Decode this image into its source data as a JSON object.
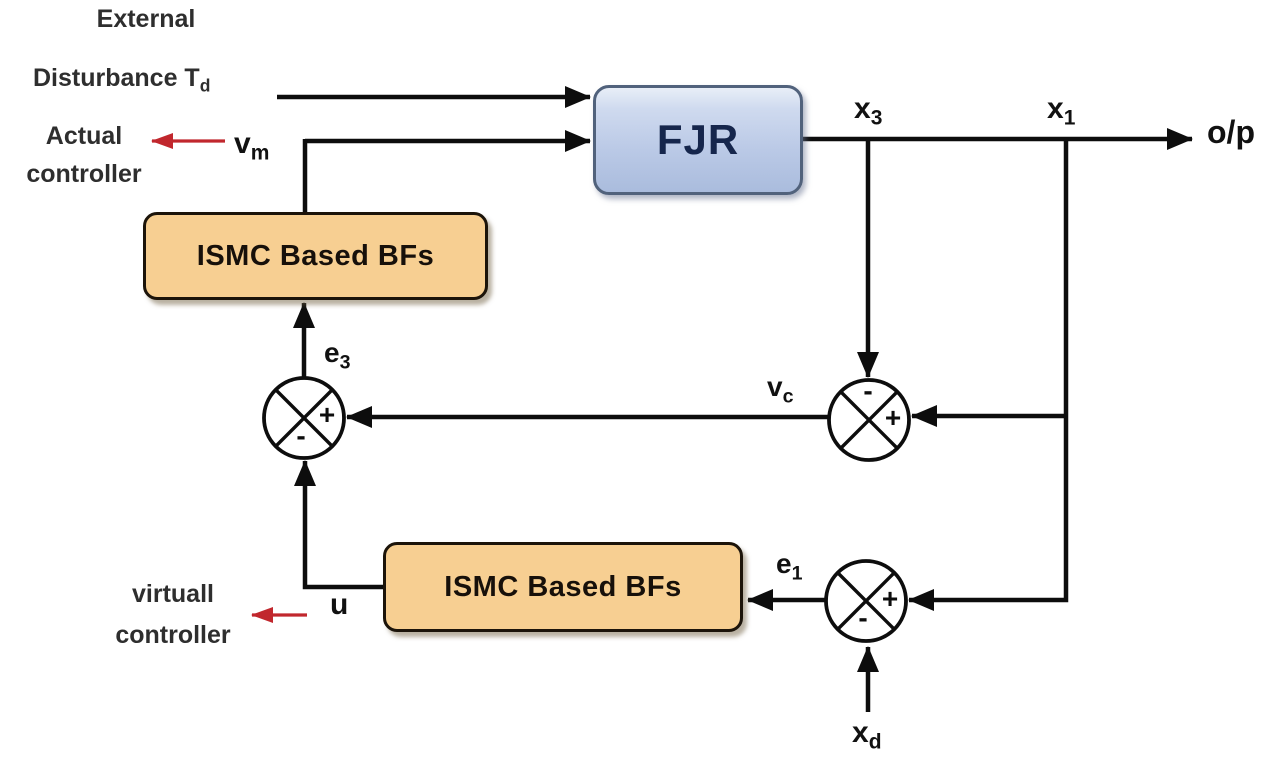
{
  "colors": {
    "background": "#ffffff",
    "line": "#0d0d0d",
    "red_arrow": "#c1272d",
    "text": "#2e2e2e",
    "fjr_fill": "#bac9e6",
    "fjr_border": "#51627c",
    "fjr_text": "#16264c",
    "ismc_fill": "#f7cf92",
    "ismc_border": "#1c140a"
  },
  "blocks": {
    "fjr": "FJR",
    "ismc_upper": "ISMC Based BFs",
    "ismc_lower": "ISMC Based BFs"
  },
  "annotations": {
    "external": "External",
    "disturbance_base": "Disturbance T",
    "disturbance_sub": "d",
    "actual_line1": "Actual",
    "actual_line2": "controller",
    "virtual_line1": "virtuall",
    "virtual_line2": "controller"
  },
  "signals": {
    "vm_base": "v",
    "vm_sub": "m",
    "u": "u",
    "x3_base": "x",
    "x3_sub": "3",
    "x1_base": "x",
    "x1_sub": "1",
    "op": "o/p",
    "vc_base": "v",
    "vc_sub": "c",
    "e3_base": "e",
    "e3_sub": "3",
    "e1_base": "e",
    "e1_sub": "1",
    "xd_base": "x",
    "xd_sub": "d"
  },
  "junctions": {
    "e3": {
      "plus": "+",
      "minus": "-"
    },
    "vc": {
      "plus": "+",
      "minus": "-"
    },
    "e1": {
      "plus": "+",
      "minus": "-"
    }
  }
}
